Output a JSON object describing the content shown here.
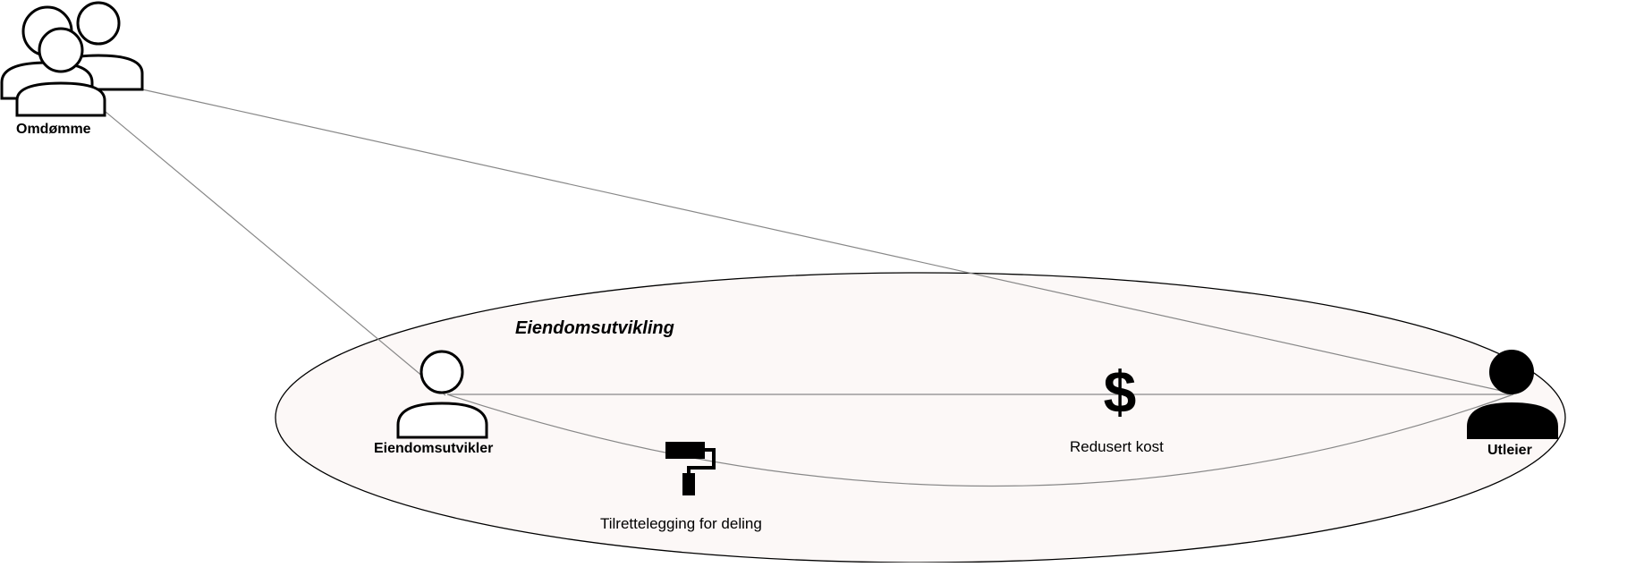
{
  "diagram": {
    "group_title": "Eiendomsutvikling",
    "nodes": {
      "omdomme": {
        "label": "Omdømme",
        "icon": "group-users-icon"
      },
      "eiendomsutvikler": {
        "label": "Eiendomsutvikler",
        "icon": "user-outline-icon"
      },
      "utleier": {
        "label": "Utleier",
        "icon": "user-filled-icon"
      },
      "redusert_kost": {
        "label": "Redusert kost",
        "icon": "dollar-icon"
      },
      "tilrettelegging": {
        "label": "Tilrettelegging for deling",
        "icon": "paint-roller-icon"
      }
    },
    "colors": {
      "ellipse_fill": "#fcf8f7",
      "stroke": "#000000",
      "connector": "#888888"
    }
  }
}
